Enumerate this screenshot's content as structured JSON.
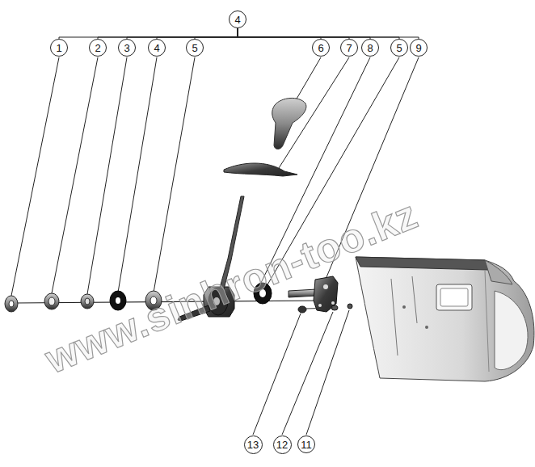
{
  "diagram": {
    "nodes": [
      {
        "text": [
          "4"
        ]
      },
      {
        "text": [
          "1"
        ]
      },
      {
        "text": [
          "2"
        ]
      },
      {
        "text": [
          "3"
        ]
      },
      {
        "text": [
          "4"
        ]
      },
      {
        "text": [
          "5"
        ]
      },
      {
        "text": [
          "6"
        ]
      },
      {
        "text": [
          "7"
        ]
      },
      {
        "text": [
          "8"
        ]
      },
      {
        "text": [
          "5"
        ]
      },
      {
        "text": [
          "9"
        ]
      },
      {
        "text": [
          "13"
        ]
      },
      {
        "text": [
          "12"
        ]
      },
      {
        "text": [
          "11"
        ]
      }
    ],
    "edges": [
      {
        "from": 0,
        "to": 1,
        "arrow": "none"
      },
      {
        "from": 0,
        "to": 2,
        "arrow": "none"
      },
      {
        "from": 0,
        "to": 3,
        "arrow": "none"
      },
      {
        "from": 0,
        "to": 4,
        "arrow": "none"
      },
      {
        "from": 0,
        "to": 5,
        "arrow": "none"
      },
      {
        "from": 0,
        "to": 6,
        "arrow": "none"
      },
      {
        "from": 0,
        "to": 7,
        "arrow": "none"
      },
      {
        "from": 0,
        "to": 8,
        "arrow": "none"
      },
      {
        "from": 0,
        "to": 9,
        "arrow": "none"
      },
      {
        "from": 0,
        "to": 10,
        "arrow": "none"
      }
    ],
    "labels": [
      "www.sinhron-too.kz"
    ]
  }
}
